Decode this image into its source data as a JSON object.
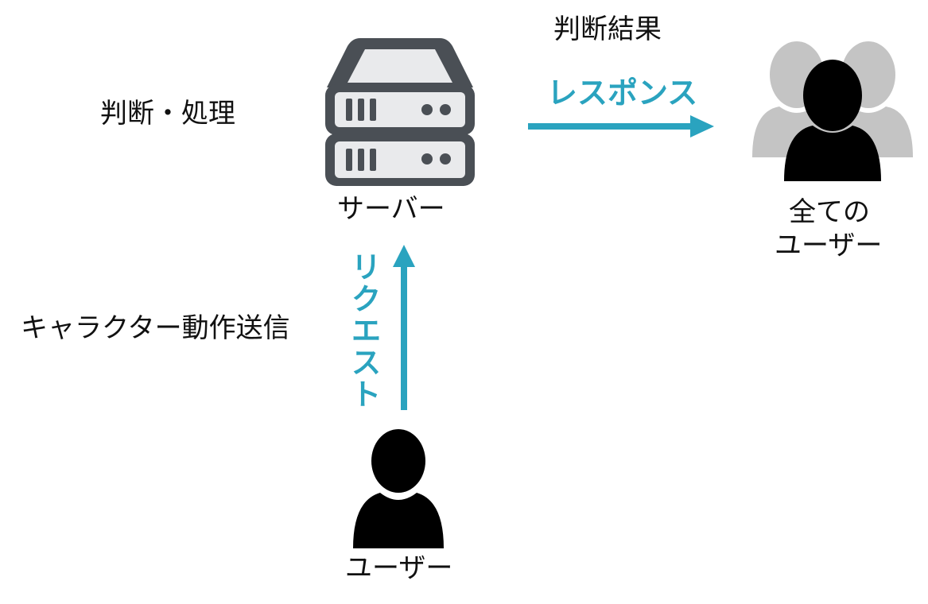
{
  "labels": {
    "judgment_processing": "判断・処理",
    "server": "サーバー",
    "judgment_result": "判断結果",
    "all_users_line1": "全ての",
    "all_users_line2": "ユーザー",
    "send_character_action": "キャラクター動作送信",
    "user": "ユーザー"
  },
  "arrows": {
    "request": "リクエスト",
    "response": "レスポンス"
  },
  "colors": {
    "arrow": "#2aa3bf",
    "server_body": "#4a4f55",
    "server_panel": "#e9eaec",
    "user_icon": "#000000",
    "crowd_back": "#c4c4c4"
  },
  "icons": {
    "server": "server-icon",
    "user": "user-icon",
    "crowd": "users-group-icon"
  }
}
